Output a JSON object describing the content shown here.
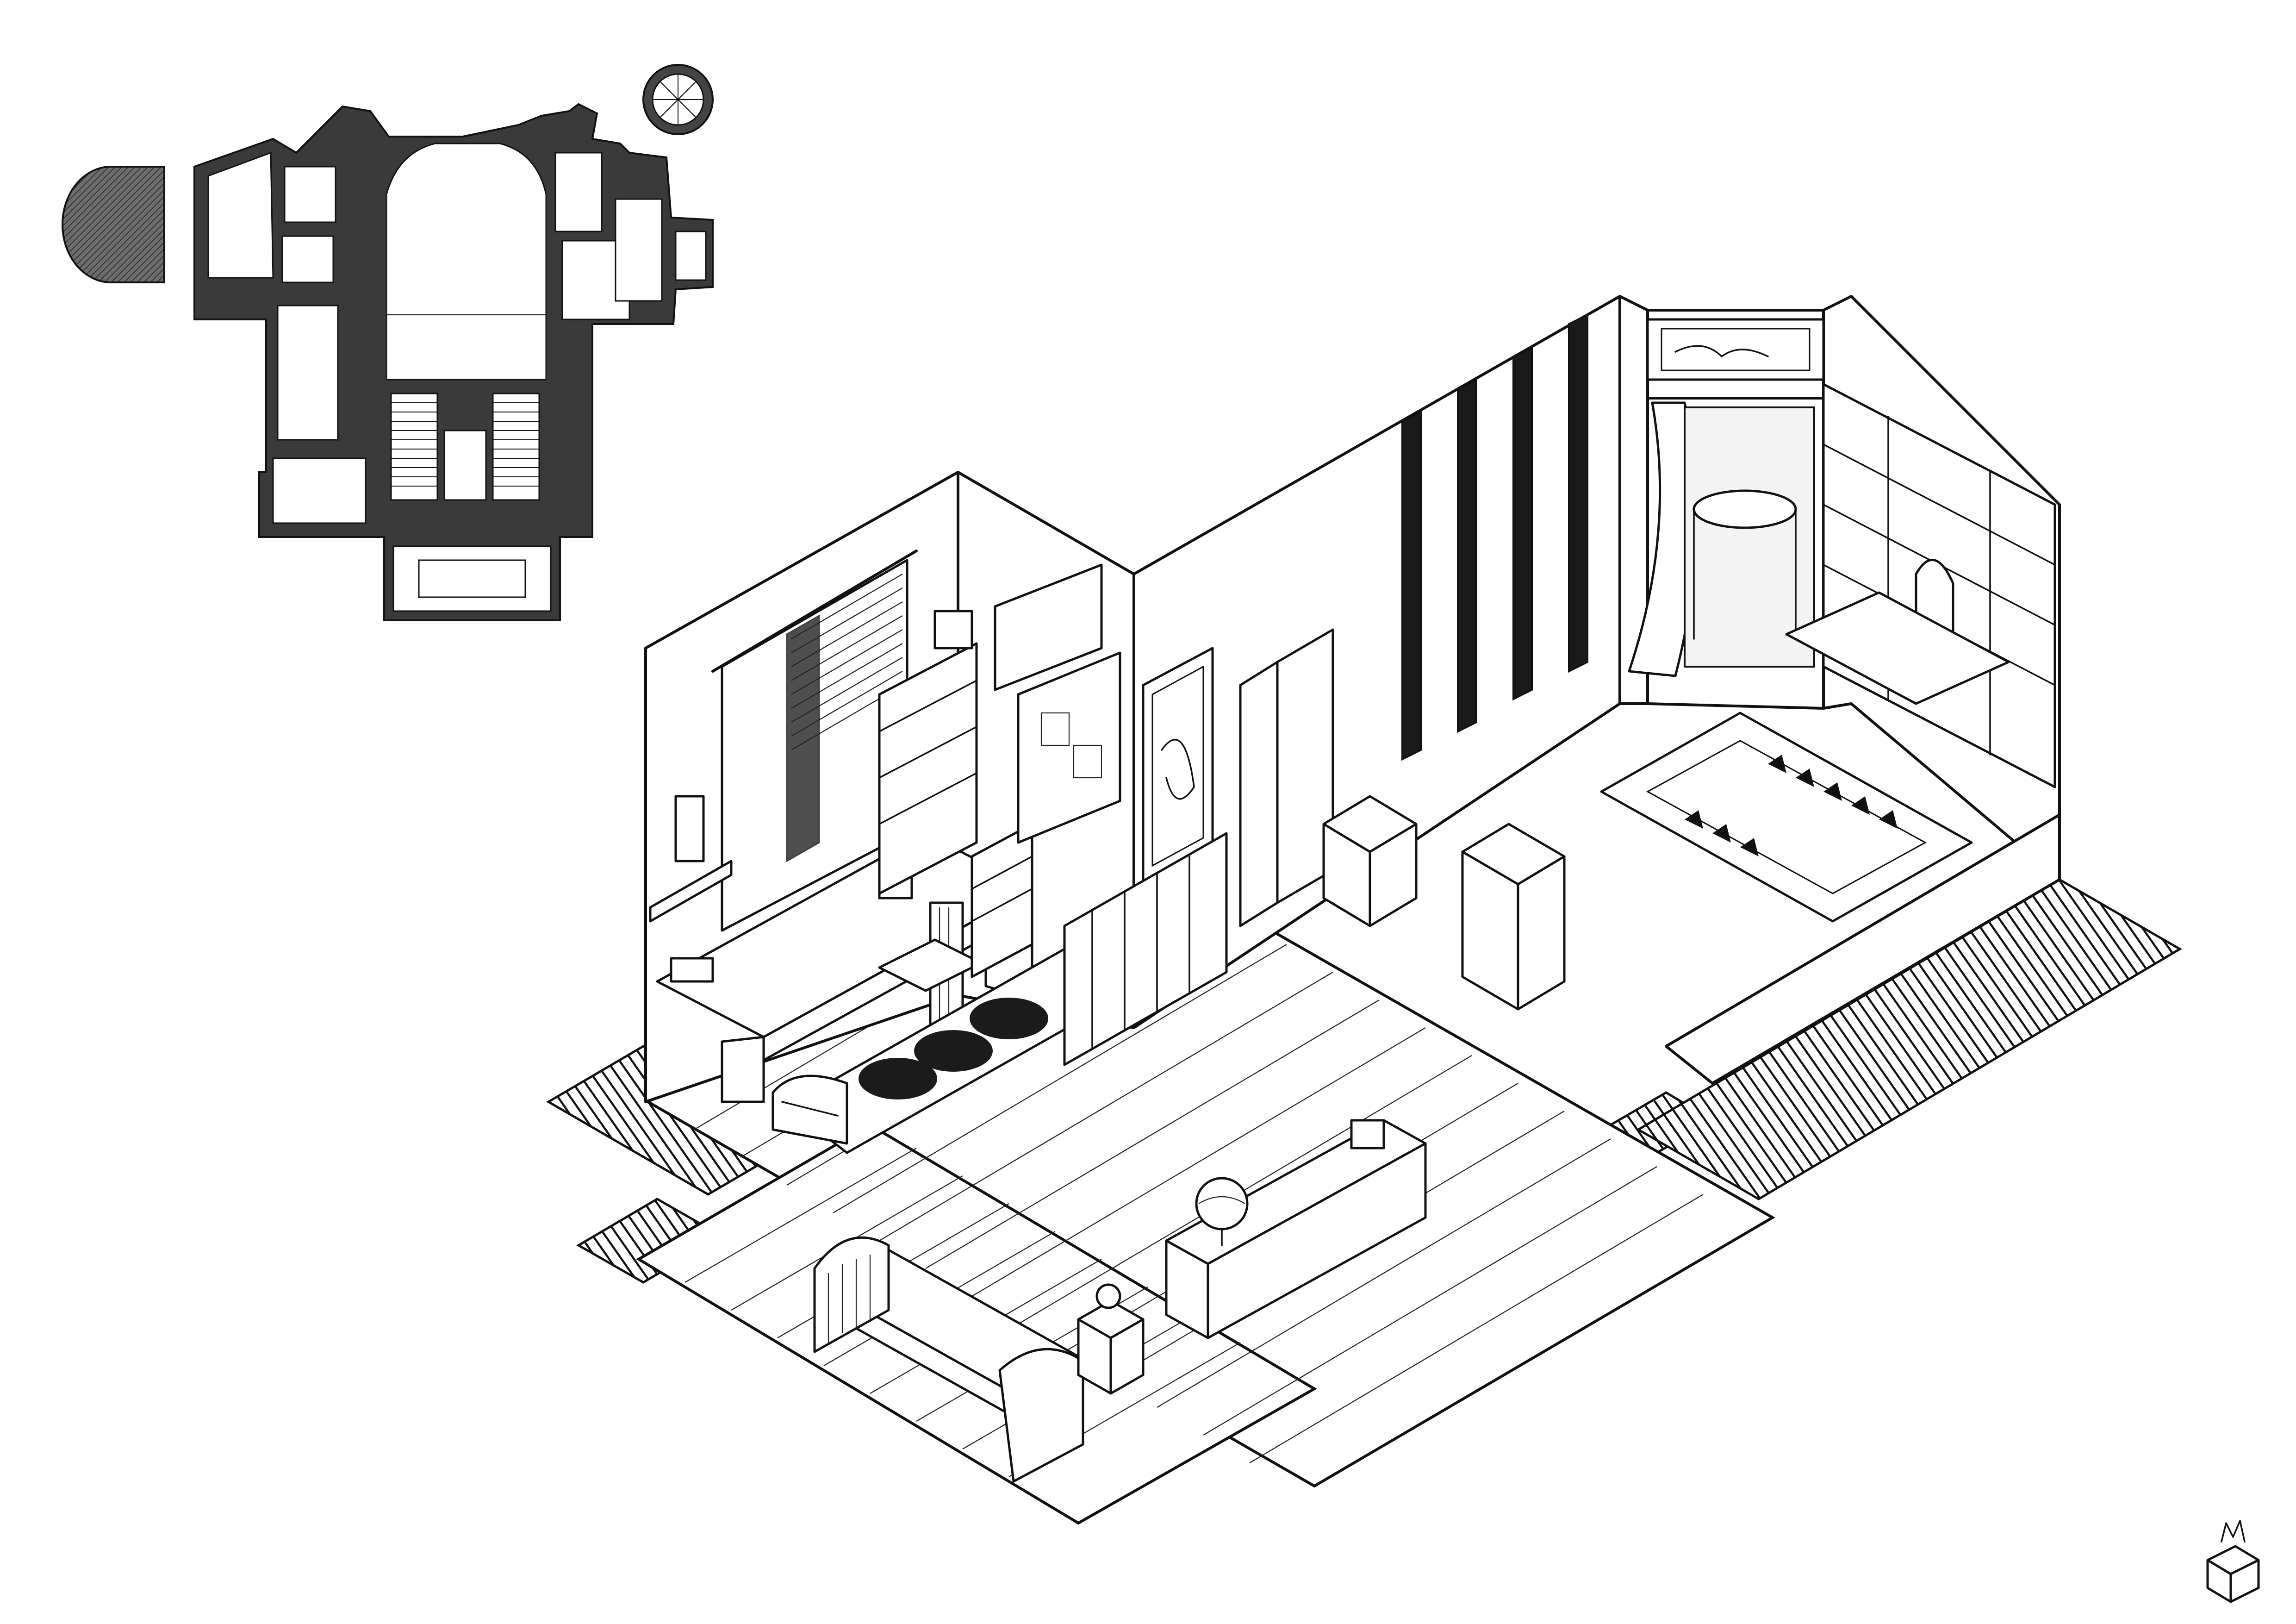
{
  "drawing": {
    "kind": "isometric interior illustration with floor plan inset",
    "colors": {
      "ink": "#111111",
      "paper": "#fefefe",
      "section_hatch": "#111111",
      "plan_fill": "#3a3a3a"
    }
  },
  "plan_inset": {
    "icon": "floor-plan"
  },
  "isometric_room": {
    "icon": "isometric-bedroom-study"
  },
  "signature": {
    "icon": "cake-logo-icon"
  }
}
